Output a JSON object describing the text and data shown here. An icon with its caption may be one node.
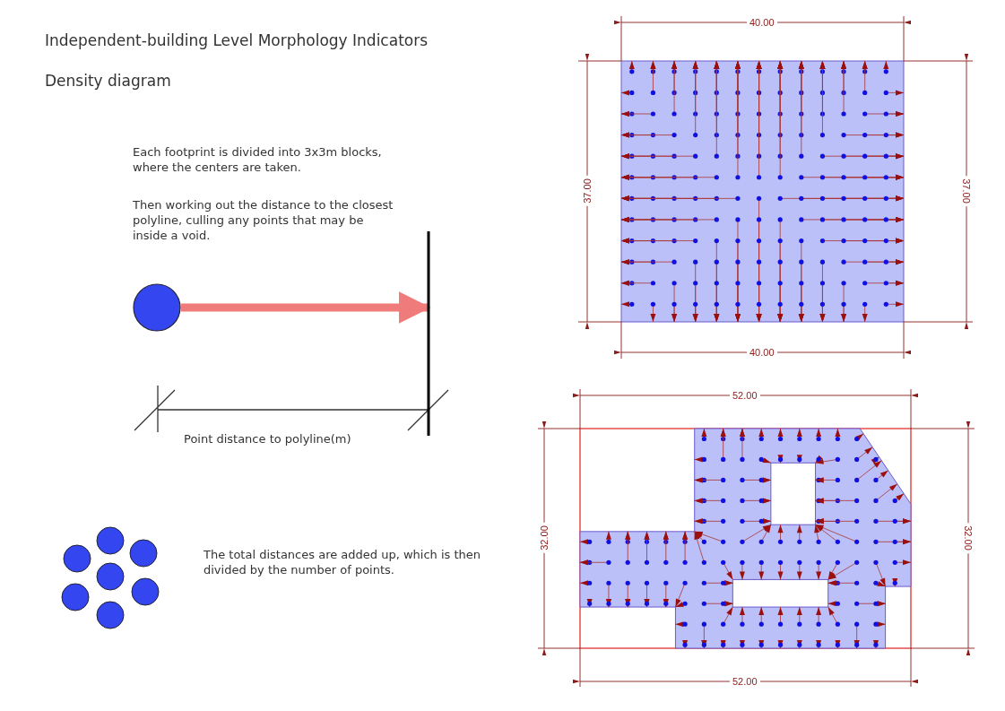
{
  "diagram": {
    "title": "Independent-building Level Morphology Indicators",
    "nodes": [
      {
        "text": [],
        "shape": "circle"
      },
      {
        "text": [],
        "shape": "bar"
      }
    ],
    "edges": [
      {
        "from": 0,
        "to": 1,
        "arrow": "to"
      }
    ],
    "labels": [
      "Density diagram",
      "Each footprint is divided into 3x3m blocks, where the centers are taken.",
      "Then working out the distance to the closest polyline, culling any points that may be inside a void.",
      "Point distance to polyline(m)",
      "The total distances are added up, which is then divided by the number of points.",
      "40.00",
      "37.00",
      "37.00",
      "40.00",
      "52.00",
      "32.00",
      "32.00",
      "52.00"
    ]
  }
}
